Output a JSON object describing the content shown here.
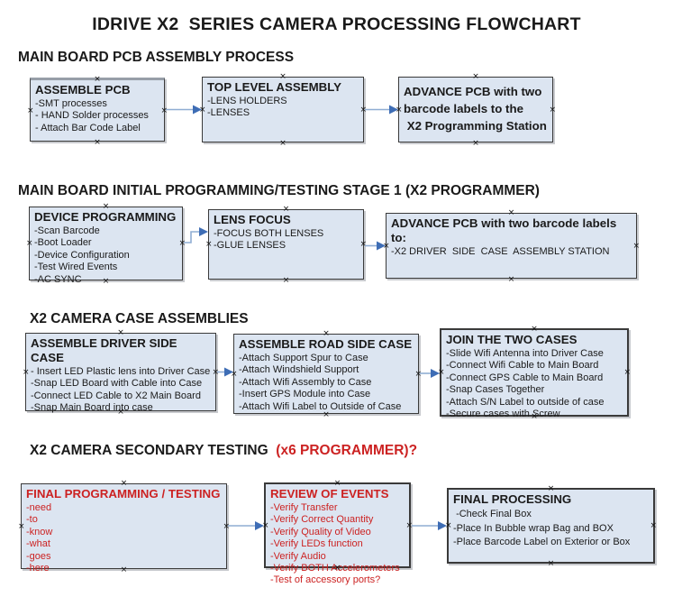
{
  "page_title": "IDRIVE X2  SERIES CAMERA PROCESSING FLOWCHART",
  "colors": {
    "box_fill": "#dce5f1",
    "accent_red": "#cc2222",
    "arrow_line": "#8fadd3",
    "arrow_head": "#3e6db5",
    "box_border": "#3a3a3a"
  },
  "sections": [
    {
      "heading": "MAIN BOARD PCB ASSEMBLY PROCESS",
      "heading_red": "",
      "boxes": [
        {
          "title": "ASSEMBLE PCB",
          "items": [
            "-SMT processes",
            "- HAND Solder processes",
            "- Attach Bar Code Label"
          ]
        },
        {
          "title": "TOP LEVEL ASSEMBLY",
          "items": [
            "-LENS HOLDERS",
            "-LENSES"
          ]
        },
        {
          "title": "ADVANCE PCB with two\nbarcode labels to the\n X2 Programming Station",
          "items": []
        }
      ]
    },
    {
      "heading": "MAIN BOARD INITIAL PROGRAMMING/TESTING STAGE 1 (X2 PROGRAMMER)",
      "heading_red": "",
      "boxes": [
        {
          "title": "DEVICE PROGRAMMING",
          "items": [
            "-Scan Barcode",
            "-Boot Loader",
            "-Device Configuration",
            "-Test Wired Events",
            "-AC SYNC"
          ]
        },
        {
          "title": "LENS FOCUS",
          "items": [
            "-FOCUS BOTH LENSES",
            "-GLUE LENSES"
          ]
        },
        {
          "title": "ADVANCE PCB with two barcode labels to:",
          "items": [
            "-X2 DRIVER  SIDE  CASE  ASSEMBLY STATION"
          ]
        }
      ]
    },
    {
      "heading": "X2 CAMERA CASE ASSEMBLIES",
      "heading_red": "",
      "boxes": [
        {
          "title": "ASSEMBLE DRIVER SIDE CASE",
          "items": [
            "- Insert LED Plastic lens into Driver Case",
            "-Snap LED Board with Cable into Case",
            "-Connect LED Cable to X2 Main Board",
            "-Snap Main Board into case"
          ]
        },
        {
          "title": "ASSEMBLE ROAD SIDE CASE",
          "items": [
            "-Attach Support Spur to Case",
            "-Attach Windshield Support",
            "-Attach Wifi Assembly to Case",
            "-Insert GPS Module into Case",
            "-Attach Wifi Label to Outside of Case"
          ]
        },
        {
          "title": "JOIN THE TWO CASES",
          "items": [
            "-Slide Wifi Antenna into Driver Case",
            "-Connect Wifi Cable to Main Board",
            "-Connect GPS Cable to Main Board",
            "-Snap Cases Together",
            "-Attach S/N Label to outside of case",
            "-Secure cases with Screw"
          ]
        }
      ]
    },
    {
      "heading": "X2 CAMERA SECONDARY TESTING ",
      "heading_red": " (x6 PROGRAMMER)?",
      "boxes": [
        {
          "title": "FINAL PROGRAMMING / TESTING",
          "items": [
            "-need",
            "-to",
            "-know",
            "-what",
            "-goes",
            "-here"
          ]
        },
        {
          "title": "REVIEW OF EVENTS",
          "items": [
            "-Verify Transfer",
            "-Verify Correct Quantity",
            "-Verify Quality of Video",
            "-Verify LEDs function",
            "-Verify Audio",
            "-Verify BOTH Accelerometers",
            "-Test of accessory ports?"
          ]
        },
        {
          "title": "FINAL PROCESSING",
          "items": [
            " -Check Final Box",
            "-Place In Bubble wrap Bag and BOX",
            "-Place Barcode Label on Exterior or Box"
          ]
        }
      ]
    }
  ]
}
